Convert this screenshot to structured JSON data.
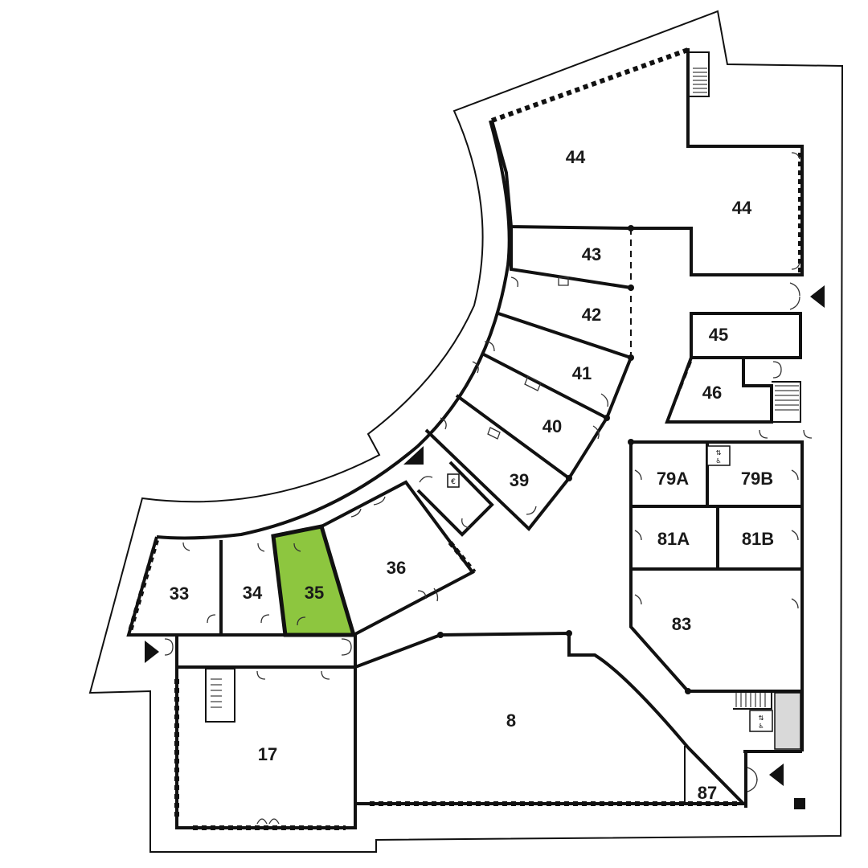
{
  "colors": {
    "highlight": "#8dc63f",
    "wall": "#111111",
    "lift_gray": "#d9d9d9"
  },
  "rooms": {
    "r8": "8",
    "r17": "17",
    "r33": "33",
    "r34": "34",
    "r35": "35",
    "r36": "36",
    "r39": "39",
    "r40": "40",
    "r41": "41",
    "r42": "42",
    "r43": "43",
    "r44a": "44",
    "r44b": "44",
    "r45": "45",
    "r46": "46",
    "r79a": "79A",
    "r79b": "79B",
    "r81a": "81A",
    "r81b": "81B",
    "r83": "83",
    "r87": "87"
  },
  "highlighted_room": "35",
  "icons": {
    "atm": "€",
    "entrances": [
      "entrance-arrow-icon",
      "entrance-arrow-icon",
      "entrance-arrow-icon",
      "entrance-arrow-icon",
      "entrance-arrow-icon"
    ],
    "lifts": [
      "lift-icon",
      "lift-icon"
    ],
    "stairs": [
      "stairs-icon",
      "stairs-icon",
      "stairs-icon",
      "stairs-icon"
    ]
  }
}
